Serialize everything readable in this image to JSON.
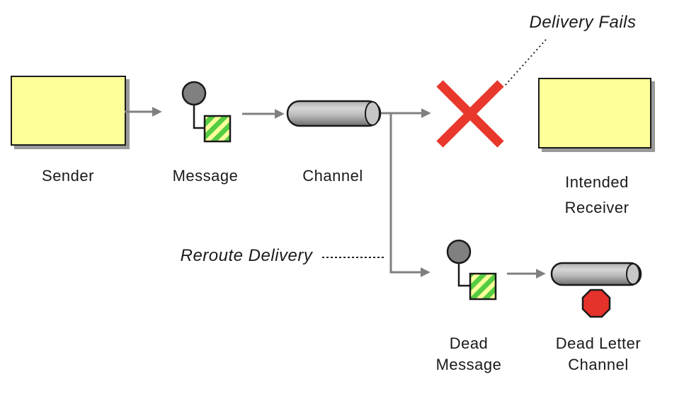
{
  "nodes": {
    "sender": {
      "label": "Sender"
    },
    "message": {
      "label": "Message"
    },
    "channel": {
      "label": "Channel"
    },
    "intended_receiver": {
      "label_line1": "Intended",
      "label_line2": "Receiver"
    },
    "dead_message": {
      "label_line1": "Dead",
      "label_line2": "Message"
    },
    "dead_letter_channel": {
      "label_line1": "Dead Letter",
      "label_line2": "Channel"
    }
  },
  "annotations": {
    "delivery_fails": "Delivery Fails",
    "reroute_delivery": "Reroute Delivery"
  },
  "colors": {
    "box_fill": "#FFFF99",
    "shadow": "#999999",
    "arrow": "#808080",
    "outline": "#1a1a1a",
    "fail_x": "#E8382C",
    "stop_octagon": "#E5322A",
    "message_circle": "#808080",
    "square_green": "#55CC44",
    "square_stripe": "#FFFF99",
    "cylinder_light": "#D6D6D6",
    "cylinder_dark": "#6F6F6F",
    "cylinder_cap": "#C6C6C6"
  }
}
